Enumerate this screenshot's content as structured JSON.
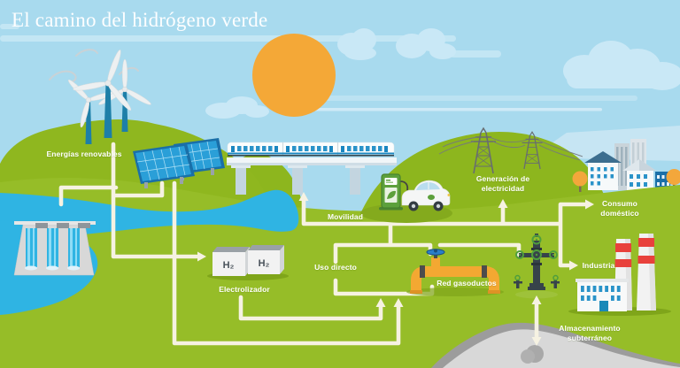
{
  "title": "El camino del hidrógeno verde",
  "nodes": {
    "renewables": {
      "label": "Energías renovables"
    },
    "electrolyzer": {
      "label": "Electrolizador",
      "unit_label": "H₂"
    },
    "mobility": {
      "label": "Movilidad"
    },
    "direct_use": {
      "label": "Uso directo"
    },
    "gas_network": {
      "label": "Red gasoductos"
    },
    "power_generation": {
      "label": "Generación de electricidad"
    },
    "domestic_consumption": {
      "label": "Consumo doméstico"
    },
    "industry": {
      "label": "Industria"
    },
    "underground_storage": {
      "label": "Almacenamiento subterráneo"
    }
  },
  "icons": {
    "sun": "sun disc",
    "wind_turbines": "three wind turbines on hill",
    "solar_panels": "two photovoltaic panels",
    "hydro_dam": "dam with three spillways",
    "train_bridge": "passenger train on viaduct",
    "charging_station": "green hydrogen charging pump",
    "car": "white electric car",
    "h2_boxes": "two H2 electrolyzer containers",
    "pipeline_valve": "yellow pipeline with blue valve",
    "power_pylons": "two electricity pylons with wires",
    "city_buildings": "city skyline with trees",
    "factory": "factory with two red-banded chimneys",
    "wellhead": "injection wellhead with green valves",
    "underground_mound": "grey underground storage mound"
  },
  "colors": {
    "sky": "#a8daee",
    "sun": "#f4a837",
    "grass": "#96bd28",
    "hill": "#8db61e",
    "water": "#2fb4e3",
    "flow_line": "#f6f2e2",
    "pipe_yellow": "#f3a832",
    "chimney_red": "#e8413c",
    "accent_blue": "#2a93c9",
    "label_text": "#ffffff"
  }
}
